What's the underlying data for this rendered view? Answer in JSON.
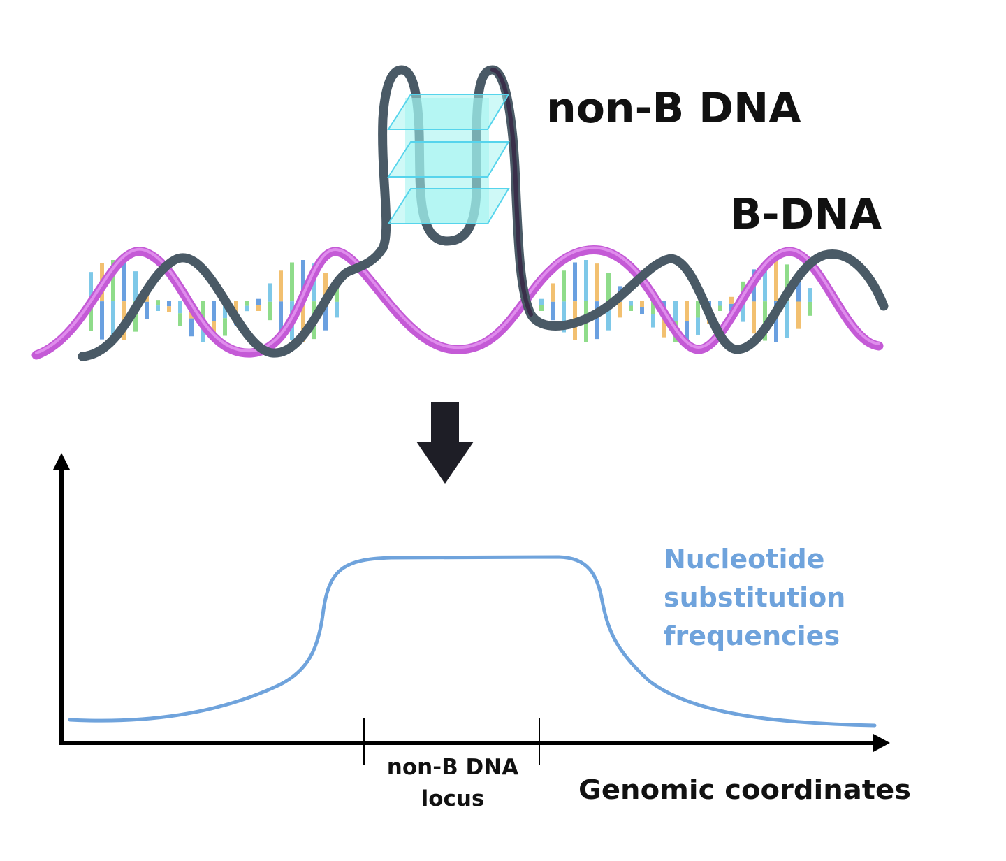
{
  "labels": {
    "non_b_dna": "non-B DNA",
    "b_dna": "B-DNA",
    "curve_label": [
      "Nucleotide",
      "substitution",
      "frequencies"
    ],
    "locus_label": [
      "non-B DNA",
      "locus"
    ],
    "x_axis_label": "Genomic coordinates"
  },
  "colors": {
    "strand_purple": "#c45ad6",
    "strand_purple_light": "#df8cec",
    "strand_dark": "#4a5a66",
    "strand_dark_edge": "#3a2f4a",
    "plate_fill": "#9ff3ef",
    "plate_stroke": "#56d4ec",
    "curve": "#6fa3dc",
    "arrow": "#1e1e26",
    "axis": "#000000",
    "base_pairs": [
      "#7ec8e8",
      "#f2c070",
      "#8fdc8a",
      "#6aa0e0"
    ]
  }
}
